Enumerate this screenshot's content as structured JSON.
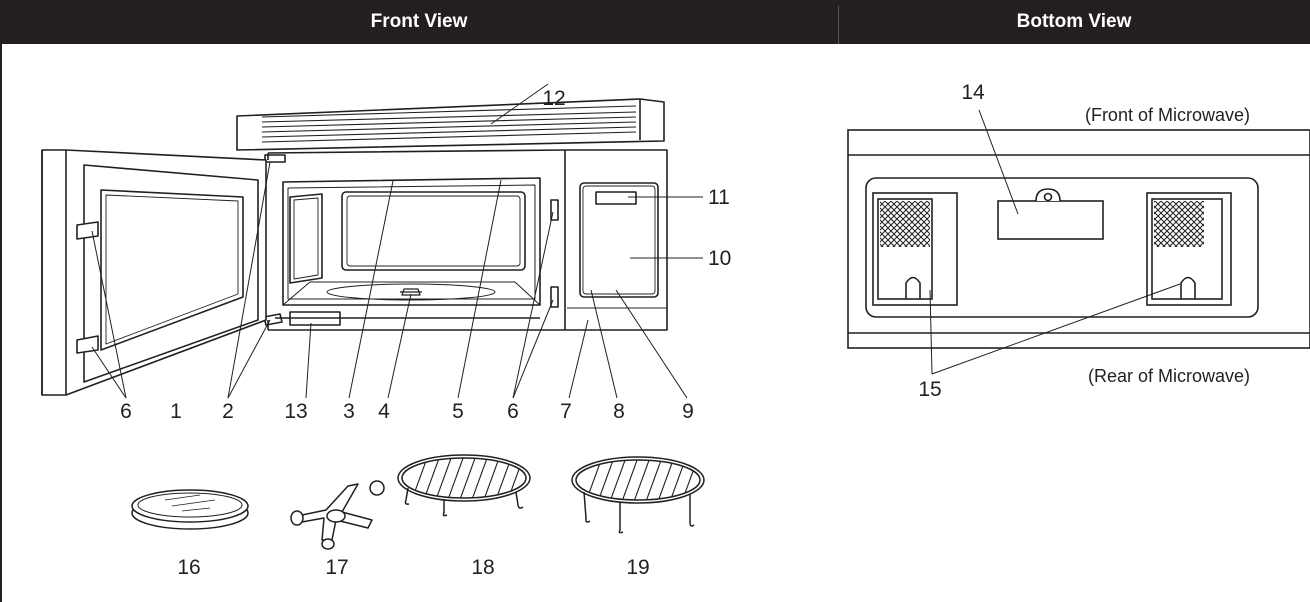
{
  "headers": {
    "front": "Front View",
    "bottom": "Bottom View"
  },
  "front_labels": [
    "1",
    "2",
    "3",
    "4",
    "5",
    "6",
    "6",
    "7",
    "8",
    "9",
    "10",
    "11",
    "12",
    "13"
  ],
  "accessory_labels": [
    "16",
    "17",
    "18",
    "19"
  ],
  "bottom_labels": {
    "vent_cover": "14",
    "grease_filters": "15"
  },
  "bottom_captions": {
    "front": "(Front of Microwave)",
    "rear": "(Rear of Microwave)"
  },
  "colors": {
    "header_bg": "#231f20",
    "header_text": "#ffffff",
    "line": "#231f20"
  }
}
